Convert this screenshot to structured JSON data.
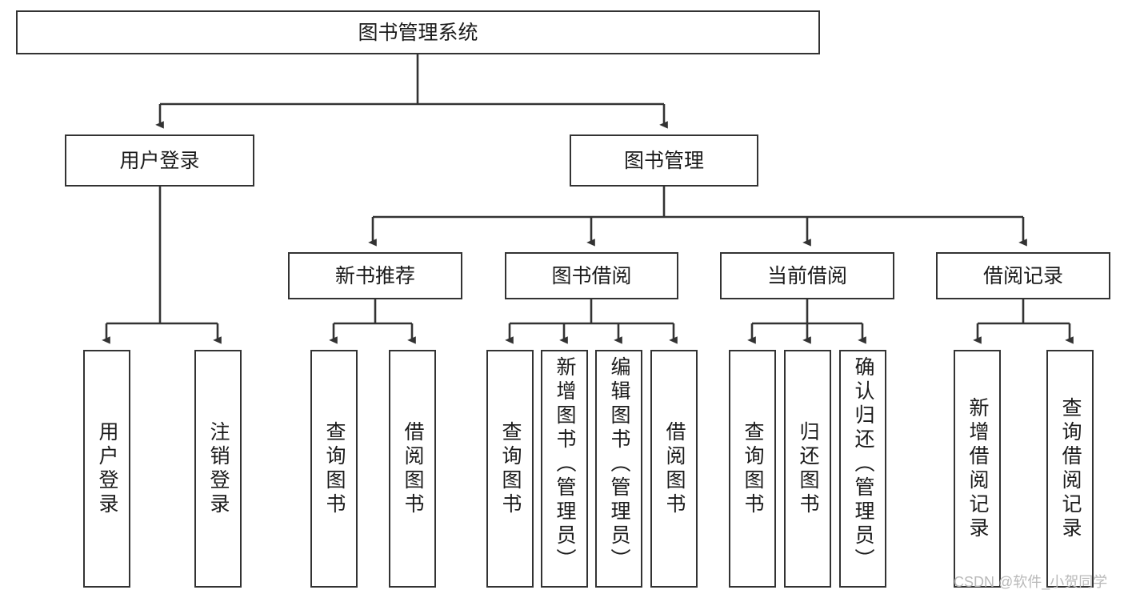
{
  "diagram": {
    "title": "图书管理系统",
    "type": "hierarchy-tree",
    "root": {
      "id": "root",
      "label": "图书管理系统",
      "orientation": "horizontal"
    },
    "level2": [
      {
        "id": "user-login",
        "label": "用户登录",
        "orientation": "horizontal"
      },
      {
        "id": "book-management",
        "label": "图书管理",
        "orientation": "horizontal"
      }
    ],
    "level3": [
      {
        "id": "new-book-recommend",
        "label": "新书推荐",
        "orientation": "horizontal",
        "parent": "book-management"
      },
      {
        "id": "book-borrow",
        "label": "图书借阅",
        "orientation": "horizontal",
        "parent": "book-management"
      },
      {
        "id": "current-borrow",
        "label": "当前借阅",
        "orientation": "horizontal",
        "parent": "book-management"
      },
      {
        "id": "borrow-record",
        "label": "借阅记录",
        "orientation": "horizontal",
        "parent": "book-management"
      }
    ],
    "leaves": [
      {
        "id": "leaf-user-login",
        "label": "用户登录",
        "parent": "user-login",
        "orientation": "vertical"
      },
      {
        "id": "leaf-logout-login",
        "label": "注销登录",
        "parent": "user-login",
        "orientation": "vertical"
      },
      {
        "id": "leaf-query-book-1",
        "label": "查询图书",
        "parent": "new-book-recommend",
        "orientation": "vertical"
      },
      {
        "id": "leaf-borrow-book-1",
        "label": "借阅图书",
        "parent": "new-book-recommend",
        "orientation": "vertical"
      },
      {
        "id": "leaf-query-book-2",
        "label": "查询图书",
        "parent": "book-borrow",
        "orientation": "vertical"
      },
      {
        "id": "leaf-add-book",
        "label": "新增图书（管理员）",
        "parent": "book-borrow",
        "orientation": "vertical"
      },
      {
        "id": "leaf-edit-book",
        "label": "编辑图书（管理员）",
        "parent": "book-borrow",
        "orientation": "vertical"
      },
      {
        "id": "leaf-borrow-book-2",
        "label": "借阅图书",
        "parent": "book-borrow",
        "orientation": "vertical"
      },
      {
        "id": "leaf-query-book-3",
        "label": "查询图书",
        "parent": "current-borrow",
        "orientation": "vertical"
      },
      {
        "id": "leaf-return-book",
        "label": "归还图书",
        "parent": "current-borrow",
        "orientation": "vertical"
      },
      {
        "id": "leaf-confirm-return",
        "label": "确认归还（管理员）",
        "parent": "current-borrow",
        "orientation": "vertical"
      },
      {
        "id": "leaf-add-record",
        "label": "新增借阅记录",
        "parent": "borrow-record",
        "orientation": "vertical"
      },
      {
        "id": "leaf-query-record",
        "label": "查询借阅记录",
        "parent": "borrow-record",
        "orientation": "vertical"
      }
    ],
    "watermark": "CSDN @软件_小贺同学",
    "colors": {
      "border": "#333333",
      "background": "#ffffff",
      "text": "#1b1b1b",
      "watermark": "#b9b9b9"
    }
  }
}
